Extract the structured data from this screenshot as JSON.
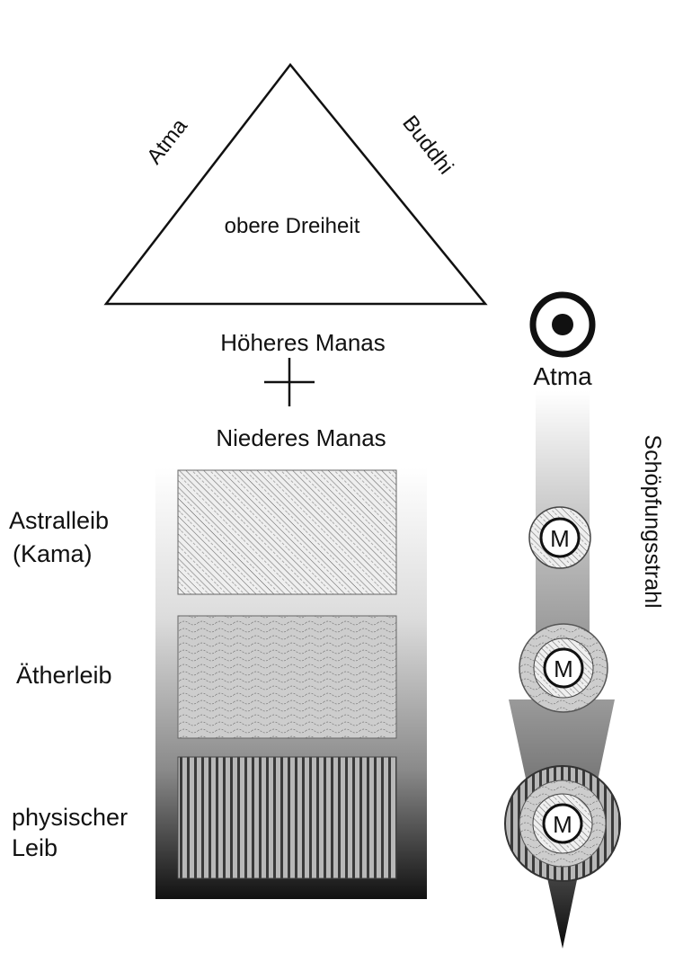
{
  "triangle": {
    "left_label": "Atma",
    "right_label": "Buddhi",
    "center_label": "obere Dreiheit"
  },
  "manas": {
    "upper": "Höheres Manas",
    "lower": "Niederes Manas"
  },
  "bodies": [
    {
      "label_line1": "Astralleib",
      "label_line2": "(Kama)"
    },
    {
      "label_line1": "Ätherleib",
      "label_line2": ""
    },
    {
      "label_line1": "physischer",
      "label_line2": "Leib"
    }
  ],
  "ray": {
    "top_label": "Atma",
    "side_label": "Schöpfungsstrahl",
    "nodes": [
      {
        "letter": "M"
      },
      {
        "letter": "M"
      },
      {
        "letter": "M"
      }
    ]
  },
  "colors": {
    "stroke": "#111111",
    "panel_dark": "#111111",
    "panel_light": "#ffffff"
  }
}
